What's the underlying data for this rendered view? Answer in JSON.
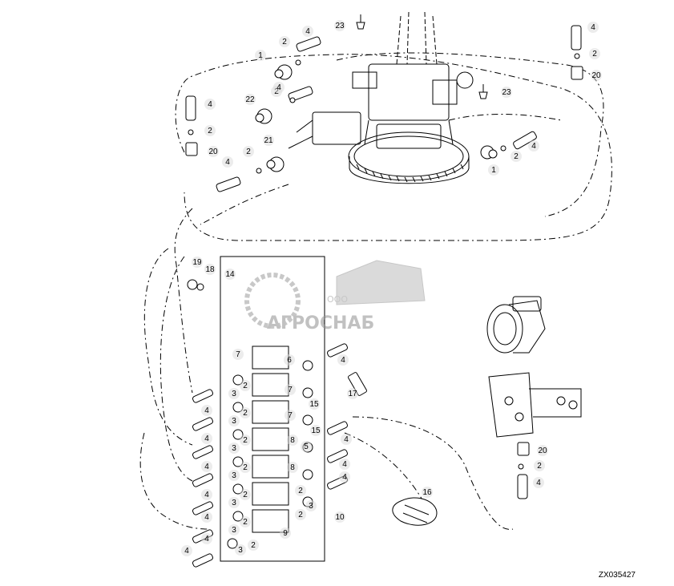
{
  "figure": {
    "reference_code": "ZX035427",
    "callouts": [
      "1",
      "2",
      "4",
      "23",
      "22",
      "21",
      "20",
      "19",
      "18",
      "14",
      "7",
      "6",
      "3",
      "17",
      "15",
      "8",
      "5",
      "9",
      "10",
      "16"
    ]
  },
  "watermark": {
    "company": "ООО",
    "brand": "АГРОСНАБ"
  },
  "colors": {
    "line": "#000000",
    "watermark": "#8f8f8f",
    "callout_circle": "#d9d9d9"
  }
}
